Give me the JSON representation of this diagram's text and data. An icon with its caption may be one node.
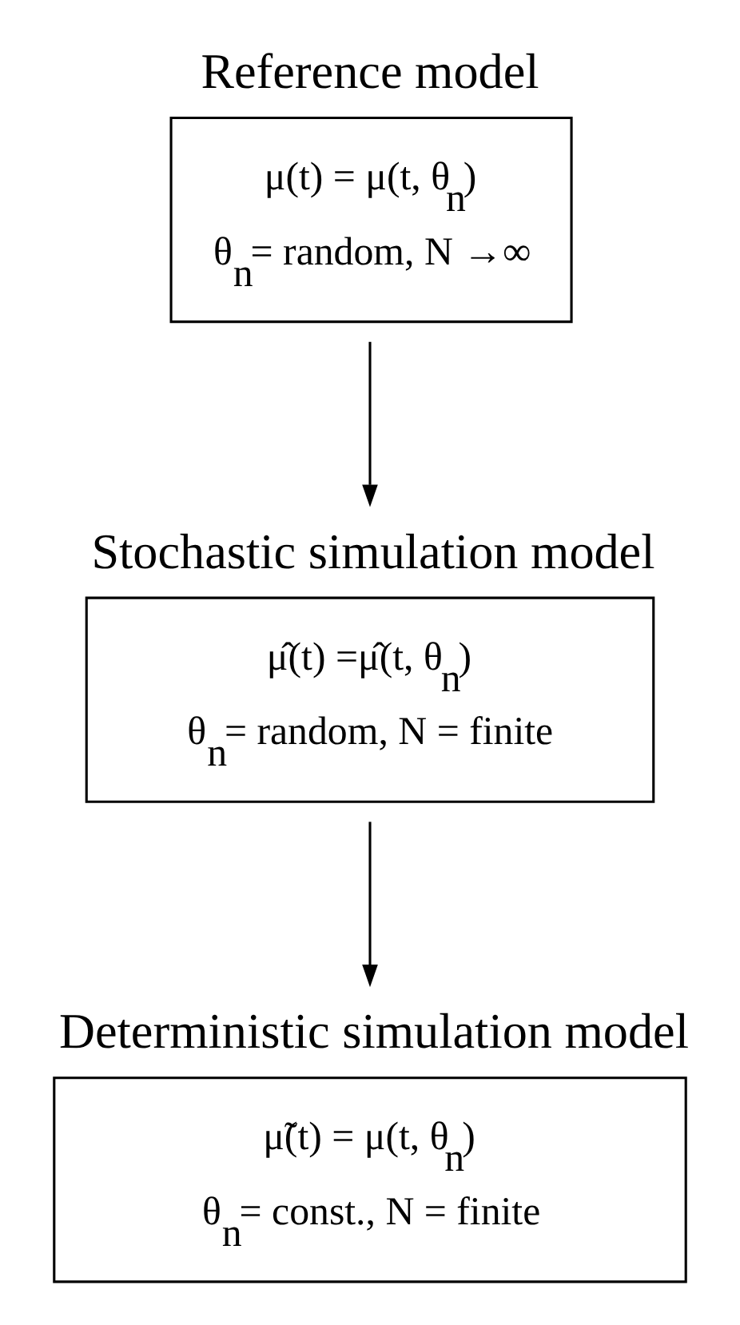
{
  "diagram": {
    "nodes": [
      {
        "text": [
          "Reference model",
          "μ(t) = μ(t, θ$_{n}$)",
          "θ$_{n}$= random, N →∞"
        ]
      },
      {
        "text": [
          "Stochastic simulation model",
          "μ̂(t) =μ̂(t, θ$_{n}$)",
          "θ$_{n}$= random, N = finite"
        ]
      },
      {
        "text": [
          "Deterministic simulation model",
          "μ̃(t) = μ(t, θ$_{n}$)",
          "θ$_{n}$= const., N = finite"
        ]
      }
    ],
    "edges": [
      {
        "from": 0,
        "to": 1,
        "arrow": "to"
      },
      {
        "from": 1,
        "to": 2,
        "arrow": "to"
      }
    ]
  }
}
